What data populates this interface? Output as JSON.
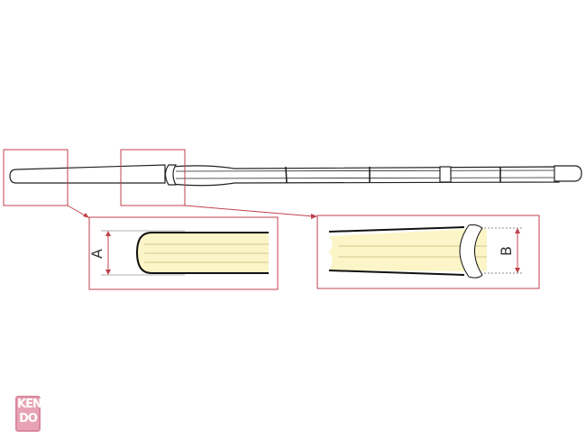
{
  "diagram": {
    "subject": "shinai (bamboo sword)",
    "callouts": [
      {
        "id": "A",
        "label": "A",
        "region": "kensen (tip) diameter"
      },
      {
        "id": "B",
        "label": "B",
        "region": "diameter at tsuba-dome"
      }
    ],
    "colors": {
      "frame": "#c0414b",
      "bamboo": "#fbf5c8",
      "outline": "#222222",
      "logo": "#e7a3b5"
    }
  },
  "logo": {
    "line1": "KEN",
    "line2": "DO"
  }
}
